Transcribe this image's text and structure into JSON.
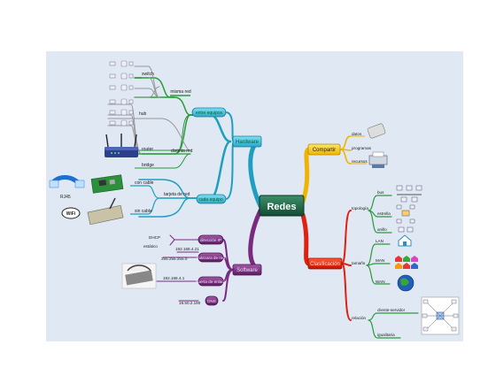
{
  "central": "Redes",
  "hardware": {
    "label": "Hardware",
    "entre_equipos": "entre equipos",
    "misma_red": "misma red",
    "switch": "switch",
    "hub": "hub",
    "distinta_red": "distinta red",
    "router": "router",
    "bridge": "bridge",
    "cada_equipo": "cada equipo",
    "tarjeta_de_red": "tarjeta de red",
    "con_cable": "con cable",
    "sin_cable": "sin cable",
    "rj45": "RJ45",
    "wifi": "WiFi"
  },
  "software": {
    "label": "Software",
    "nodes": [
      {
        "label": "dirección IP"
      },
      {
        "label": "máscara de red"
      },
      {
        "label": "puerta de enlace"
      },
      {
        "label": "DNS"
      }
    ],
    "dhcp": "DHCP",
    "estatico": "estático",
    "ip_value": "192.168.4.21",
    "mask_value": "255.255.255.0",
    "gateway_value": "192.168.4.1",
    "dns_value": "19.50.2.190"
  },
  "compartir": {
    "label": "Compartir",
    "items": [
      "datos",
      "programas",
      "recursos"
    ]
  },
  "clasificacion": {
    "label": "Clasificación",
    "topologia": "topología",
    "topologia_items": [
      "bus",
      "estrella",
      "anillo"
    ],
    "tamano": "tamaño",
    "tamano_items": [
      "LAN",
      "MAN",
      "WAN"
    ],
    "relacion": "relación",
    "relacion_items": [
      "cliente-servidor",
      "igualitaria"
    ]
  },
  "colors": {
    "hardware": "#1f9fc0",
    "software": "#7a2a7e",
    "compartir": "#f0b400",
    "clasificacion": "#e02010",
    "central": "#1e6b4d",
    "canvas": "#dfe8f3"
  }
}
